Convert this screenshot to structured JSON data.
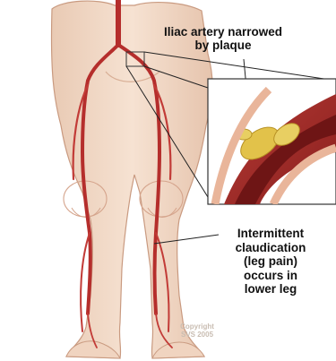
{
  "callouts": {
    "artery": {
      "lines": [
        "Iliac artery narrowed",
        "by plaque"
      ]
    },
    "claudication": {
      "lines": [
        "Intermittent",
        "claudication",
        "(leg pain)",
        "occurs in",
        "lower leg"
      ]
    }
  },
  "watermark": {
    "lines": [
      "Copyright",
      "SVS 2005"
    ]
  }
}
